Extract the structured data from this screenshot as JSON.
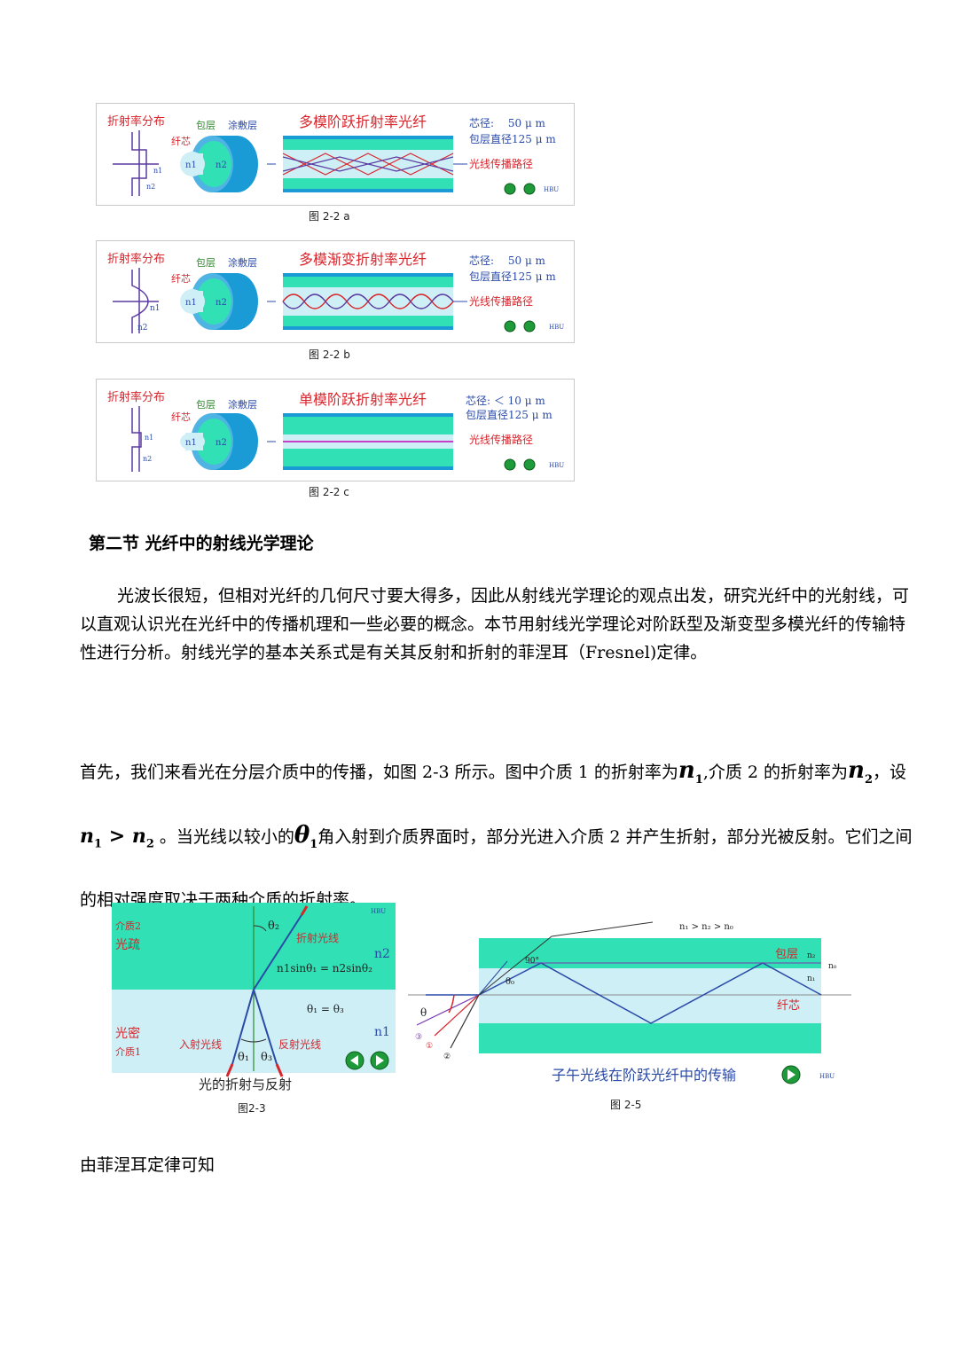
{
  "figures_222": [
    {
      "id": "a",
      "profile_label": "折射率分布",
      "core_label": "纤芯",
      "cladding_label": "包层",
      "coating_label": "涂敷层",
      "title": "多模阶跃折射率光纤",
      "core_dia": "芯径:　 50 μ m",
      "clad_dia": "包层直径125 μ m",
      "path_label": "光线传播路径",
      "n1": "n1",
      "n2": "n2",
      "brand": "HBU",
      "caption": "图 2-2 a"
    },
    {
      "id": "b",
      "profile_label": "折射率分布",
      "core_label": "纤芯",
      "cladding_label": "包层",
      "coating_label": "涂敷层",
      "title": "多模渐变折射率光纤",
      "core_dia": "芯径:　 50 μ m",
      "clad_dia": "包层直径125 μ m",
      "path_label": "光线传播路径",
      "n1": "n1",
      "n2": "n2",
      "brand": "HBU",
      "caption": "图 2-2 b"
    },
    {
      "id": "c",
      "profile_label": "折射率分布",
      "core_label": "纤芯",
      "cladding_label": "包层",
      "coating_label": "涂敷层",
      "title": "单模阶跃折射率光纤",
      "core_dia": "芯径: ＜ 10 μ m",
      "clad_dia": "包层直径125 μ m",
      "path_label": "光线传播路径",
      "n1": "n1",
      "n2": "n2",
      "brand": "HBU",
      "caption": "图 2-2 c"
    }
  ],
  "section_heading": "第二节  光纤中的射线光学理论",
  "para1": "光波长很短，但相对光纤的几何尺寸要大得多，因此从射线光学理论的观点出发，研究光纤中的光射线，可以直观认识光在光纤中的传播机理和一些必要的概念。本节用射线光学理论对阶跃型及渐变型多模光纤的传输特性进行分析。射线光学的基本关系式是有关其反射和折射的菲涅耳（Fresnel)定律。",
  "para2": {
    "p1": "首先，我们来看光在分层介质中的传播，如图 2-3 所示。图中介质 1 的折射率为",
    "m1": "n",
    "m1sub": "1",
    "p2": ",介质 2 的折射率为",
    "m2": "n",
    "m2sub": "2",
    "p3": "，设",
    "m3a": "n",
    "m3asub": "1",
    "m3op": " > ",
    "m3b": "n",
    "m3bsub": "2",
    "p4": " 。当光线以较小的",
    "m4": "θ",
    "m4sub": "1",
    "p5": "角入射到介质界面时，部分光进入介质 2 并产生折射，部分光被反射。它们之间的相对强度取决于两种介质的折射率。"
  },
  "fig23": {
    "medium2": "介质2",
    "sparse": "光疏",
    "dense": "光密",
    "medium1": "介质1",
    "n1": "n1",
    "n2": "n2",
    "theta2": "θ₂",
    "refracted": "折射光线",
    "snell": "n1sinθ₁ = n2sinθ₂",
    "equal": "θ₁ = θ₃",
    "incident": "入射光线",
    "reflected": "反射光线",
    "theta1": "θ₁",
    "theta3": "θ₃",
    "title": "光的折射与反射",
    "brand": "HBU",
    "caption": "图2-3"
  },
  "fig25": {
    "ineq": "n₁ > n₂ > n₀",
    "cladding": "包层",
    "core": "纤芯",
    "n2": "n₂",
    "n0": "n₀",
    "n1": "n₁",
    "deg90": "90°",
    "theta": "θ",
    "theta0": "θ₀",
    "title": "子午光线在阶跃光纤中的传输",
    "brand": "HBU",
    "caption": "图 2-5",
    "m1": "①",
    "m2": "②",
    "m3": "③"
  },
  "final_line": "由菲涅耳定律可知",
  "colors": {
    "core": "#cfeff6",
    "cladding": "#31e0b4",
    "coating": "#1a9bd6",
    "red": "#d8252c",
    "blue": "#2a4aa8",
    "green_button": "#1f9a3a"
  }
}
